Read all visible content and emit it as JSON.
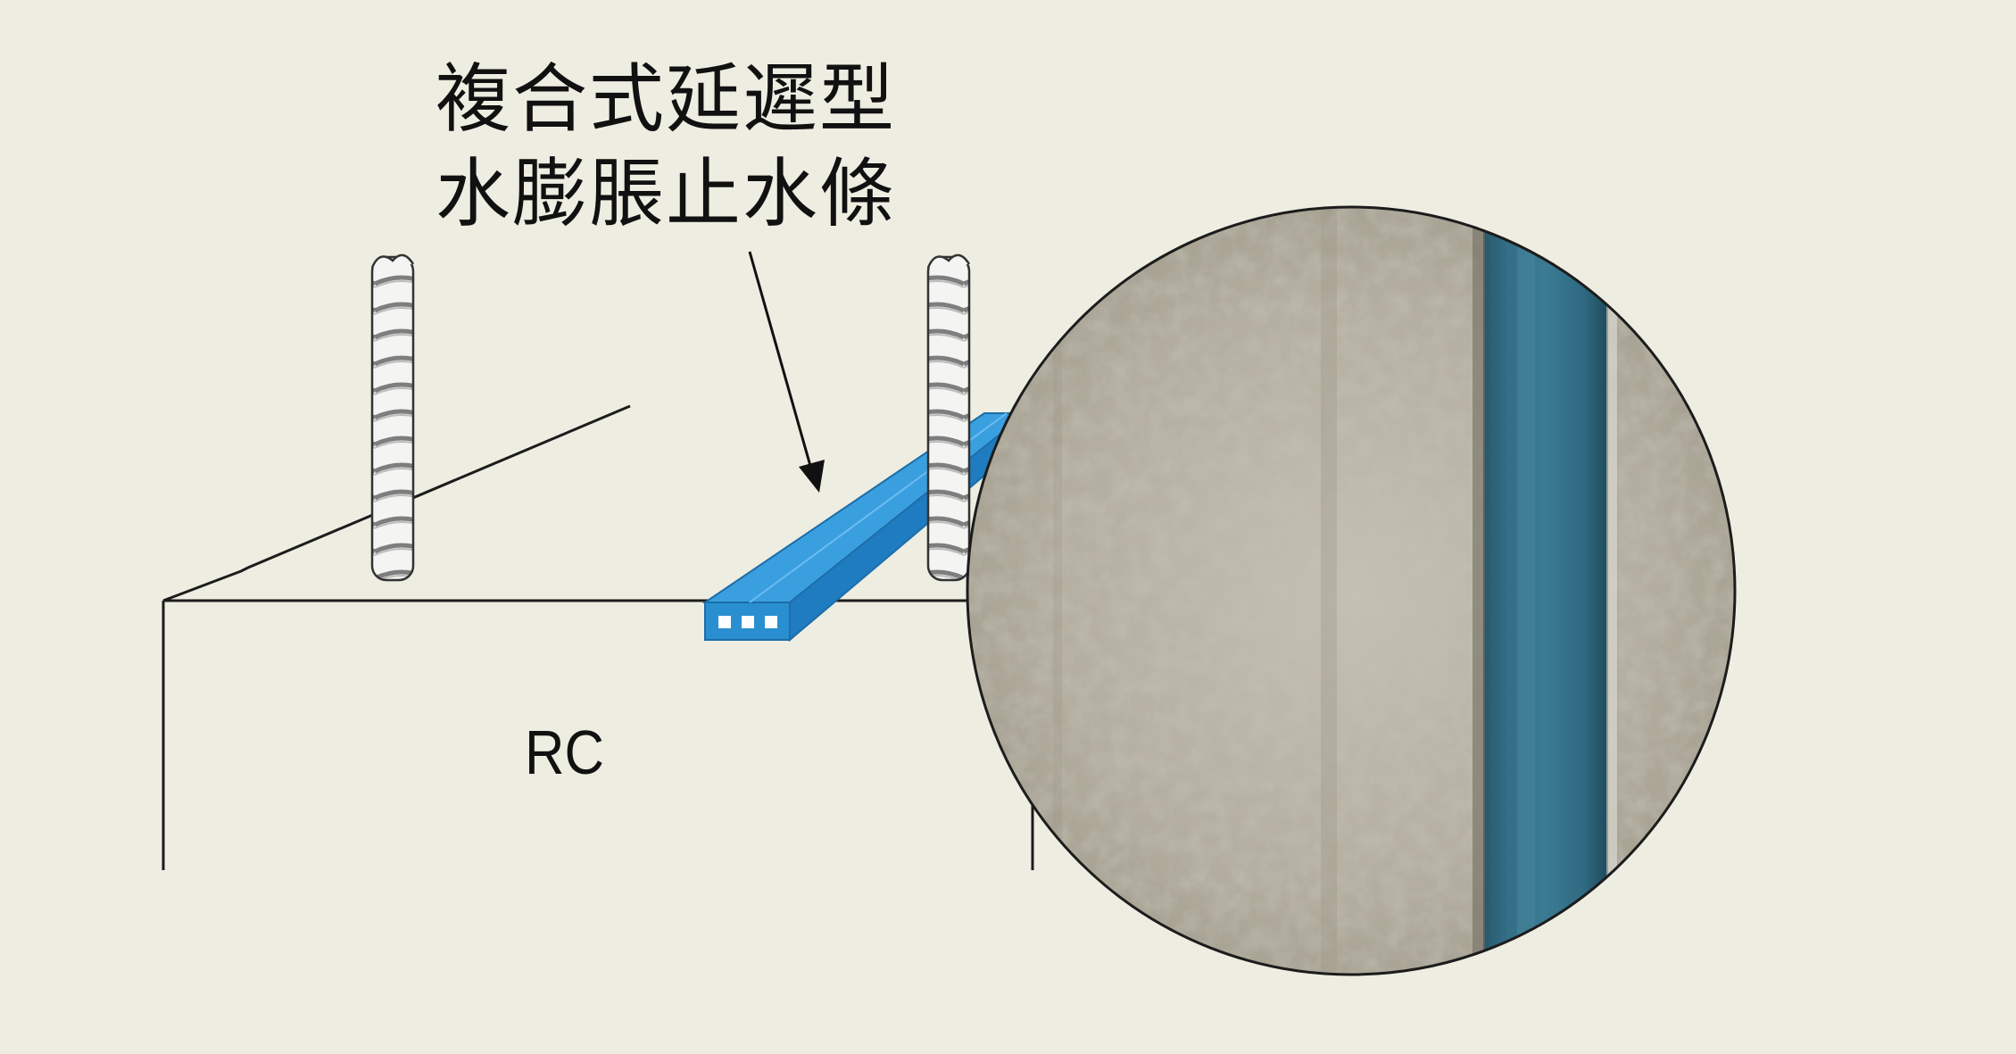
{
  "callout": {
    "line1": "複合式延遲型",
    "line2": "水膨脹止水條"
  },
  "block_label": "RC",
  "colors": {
    "background": "#eeede2",
    "waterstop_blue": "#2a8fd0",
    "waterstop_photo_teal": "#2f6c86",
    "concrete": "#b9b5a8",
    "line": "#1c1c1c"
  },
  "icons": {
    "rebar": "spiral-rebar-icon",
    "arrow": "arrow-down-icon"
  }
}
